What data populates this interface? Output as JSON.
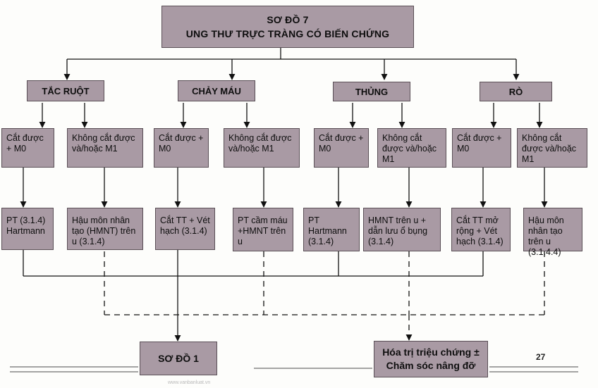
{
  "title": {
    "line1": "SƠ ĐỒ 7",
    "line2": "UNG THƯ TRỰC TRÀNG CÓ BIẾN CHỨNG"
  },
  "categories": [
    {
      "label": "TẮC RUỘT"
    },
    {
      "label": "CHẢY MÁU"
    },
    {
      "label": "THỦNG"
    },
    {
      "label": "RÒ"
    }
  ],
  "conditions": [
    {
      "text": "Cắt được + M0"
    },
    {
      "text": "Không cắt được và/hoặc M1"
    },
    {
      "text": "Cắt được + M0"
    },
    {
      "text": "Không cắt được và/hoặc M1"
    },
    {
      "text": "Cắt được + M0"
    },
    {
      "text": "Không cắt được và/hoặc M1"
    },
    {
      "text": "Cắt được + M0"
    },
    {
      "text": "Không cắt được và/hoặc M1"
    }
  ],
  "treatments": [
    {
      "text": "PT (3.1.4) Hartmann"
    },
    {
      "text": "Hậu môn nhân tạo (HMNT) trên u (3.1.4)"
    },
    {
      "text": "Cắt TT + Vét hạch (3.1.4)"
    },
    {
      "text": "PT cầm máu +HMNT trên u"
    },
    {
      "text": "PT Hartmann (3.1.4)"
    },
    {
      "text": "HMNT trên u + dẫn lưu ổ bụng (3.1.4)"
    },
    {
      "text": "Cắt TT mở rộng + Vét hạch (3.1.4)"
    },
    {
      "text": "Hậu môn nhân tạo trên u (3.1.4.4)"
    }
  ],
  "outcomes": [
    {
      "text": "SƠ ĐỒ 1"
    },
    {
      "line1": "Hóa trị triệu chứng ±",
      "line2": "Chăm sóc nâng đỡ"
    }
  ],
  "page_number": "27",
  "watermark": "www.vanbanluat.vn"
}
